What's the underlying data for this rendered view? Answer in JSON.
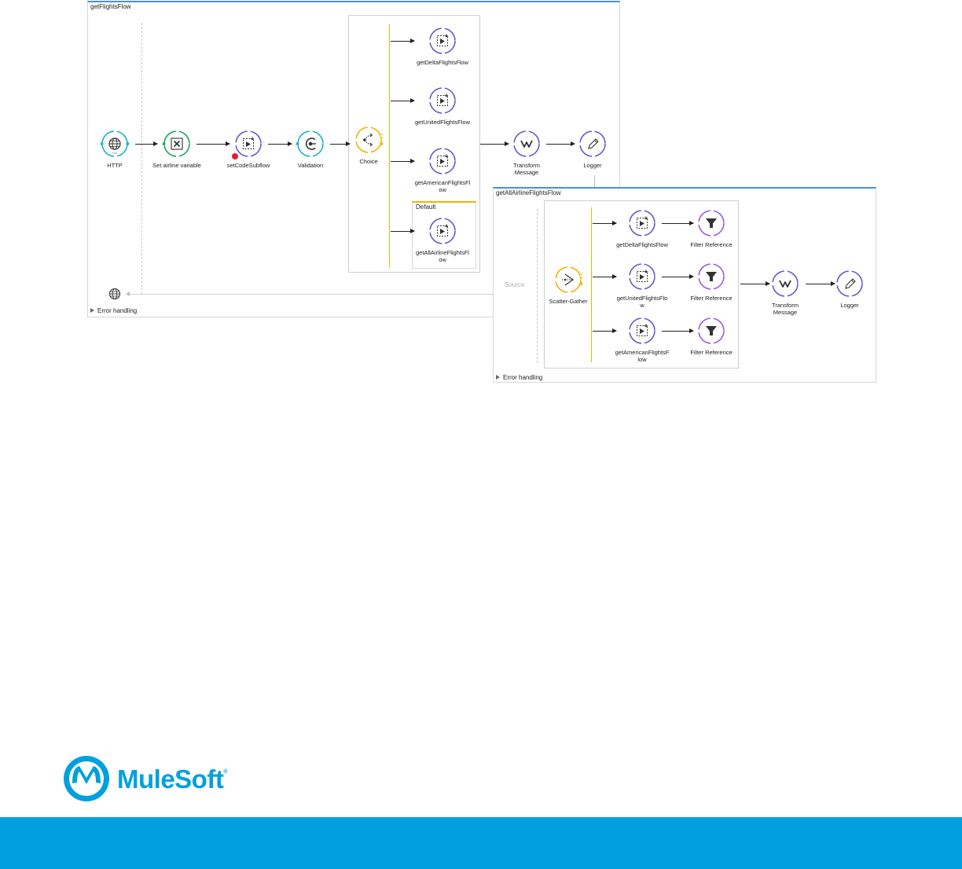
{
  "colors": {
    "accent": "#4a90d9",
    "mule_blue": "#00a0df",
    "flow_ref": "#6a5acd",
    "choice": "#f2b400",
    "http": "#1ab4c8",
    "set_variable": "#1aa85c",
    "filter": "#9b5de5",
    "breakpoint": "#e8193c"
  },
  "flow_main": {
    "title": "getFlightsFlow",
    "nodes": {
      "http": "HTTP",
      "set_var": "Set airline variable",
      "set_code": "setCodeSubflow",
      "validation": "Validation",
      "choice": "Choice",
      "transform": "Transform Message",
      "logger": "Logger"
    },
    "choice_branches": [
      "getDeltaFlightsFlow",
      "getUnitedFlightsFlow",
      "getAmericanFlightsFlow",
      "getAllAirlineFlightsFlow"
    ],
    "default_label": "Default",
    "error_handling": "Error handling"
  },
  "flow_secondary": {
    "title": "getAllAirlineFlightsFlow",
    "source_label": "Source",
    "scatter_label": "Scatter-Gather",
    "routes": [
      {
        "flow": "getDeltaFlightsFlow",
        "filter": "Filter Reference"
      },
      {
        "flow": "getUnitedFlightsFlow",
        "filter": "Filter Reference"
      },
      {
        "flow": "getAmericanFlightsFlow",
        "filter": "Filter Reference"
      }
    ],
    "transform": "Transform Message",
    "logger": "Logger",
    "error_handling": "Error handling"
  },
  "logo": {
    "name": "MuleSoft",
    "reg": "®"
  }
}
